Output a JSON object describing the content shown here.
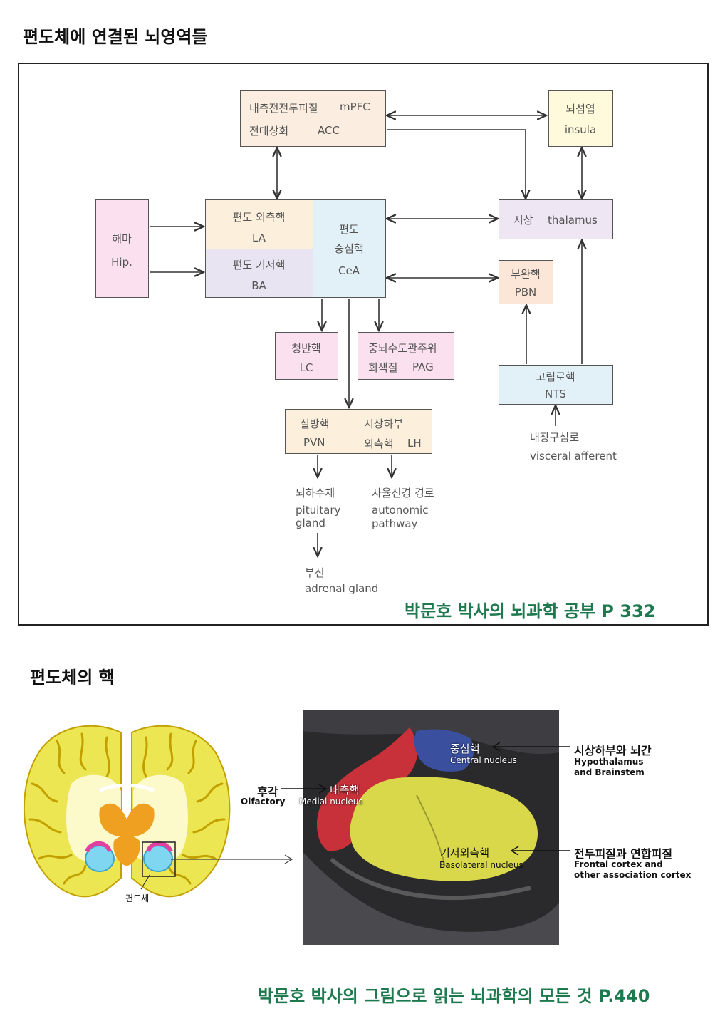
{
  "section1": {
    "title": "편도체에 연결된 뇌영역들",
    "nodes": {
      "mpfc": {
        "line1_ko": "내측전전두피질",
        "line1_en": "mPFC",
        "line2_ko": "전대상회",
        "line2_en": "ACC"
      },
      "insula": {
        "ko": "뇌섬엽",
        "en": "insula"
      },
      "hip": {
        "ko": "해마",
        "en": "Hip."
      },
      "la": {
        "ko": "편도 외측핵",
        "en": "LA"
      },
      "ba": {
        "ko": "편도 기저핵",
        "en": "BA"
      },
      "cea": {
        "ko_1": "편도",
        "ko_2": "중심핵",
        "en": "CeA"
      },
      "thalamus": {
        "ko": "시상",
        "en": "thalamus"
      },
      "pbn": {
        "ko": "부완핵",
        "en": "PBN"
      },
      "lc": {
        "ko": "청반핵",
        "en": "LC"
      },
      "pag": {
        "ko_1": "중뇌수도관주위",
        "ko_2": "회색질",
        "en": "PAG"
      },
      "nts": {
        "ko": "고립로핵",
        "en": "NTS"
      },
      "pvn_lh": {
        "pvn_ko": "실방핵",
        "pvn_en": "PVN",
        "lh_ko_1": "시상하부",
        "lh_ko_2": "외측핵",
        "lh_en": "LH"
      }
    },
    "outputs": {
      "visceral": {
        "ko": "내장구심로",
        "en": "visceral afferent"
      },
      "pituitary": {
        "ko": "뇌하수체",
        "en_1": "pituitary",
        "en_2": "gland"
      },
      "autonomic": {
        "ko": "자율신경 경로",
        "en_1": "autonomic",
        "en_2": "pathway"
      },
      "adrenal": {
        "ko": "부신",
        "en": "adrenal gland"
      }
    },
    "source": "박문호 박사의 뇌과학 공부 P 332"
  },
  "section2": {
    "title": "편도체의 핵",
    "amygdala_label": "편도체",
    "labels": {
      "central_ko": "중심핵",
      "central_en": "Central nucleus",
      "medial_ko": "내측핵",
      "medial_en": "Medial nucleus",
      "basolateral_ko": "기저외측핵",
      "basolateral_en": "Basolateral nucleus",
      "olfactory_ko": "후각",
      "olfactory_en": "Olfactory",
      "hypo_ko": "시상하부와 뇌간",
      "hypo_en_1": "Hypothalamus",
      "hypo_en_2": "and Brainstem",
      "frontal_ko": "전두피질과 연합피질",
      "frontal_en_1": "Frontal cortex and",
      "frontal_en_2": "other association cortex"
    },
    "source": "박문호 박사의 그림으로 읽는 뇌과학의 모든 것 P.440"
  },
  "colors": {
    "mpfc_box": "#fbeee0",
    "insula_box": "#fffadc",
    "hip_box": "#fbe1ef",
    "la_box": "#fcf0dd",
    "ba_box": "#e8e4f2",
    "cea_box": "#e2f0f8",
    "thalamus_box": "#efe6f3",
    "pbn_box": "#fbe6d8",
    "lc_box": "#fbe1ef",
    "pag_box": "#fbe1ef",
    "nts_box": "#e2f0f8",
    "pvn_box": "#fcf0dd",
    "source_text": "#1e7a4e",
    "basolateral": "#d9d84a",
    "medial": "#c8303a",
    "central": "#3a4f9e"
  }
}
